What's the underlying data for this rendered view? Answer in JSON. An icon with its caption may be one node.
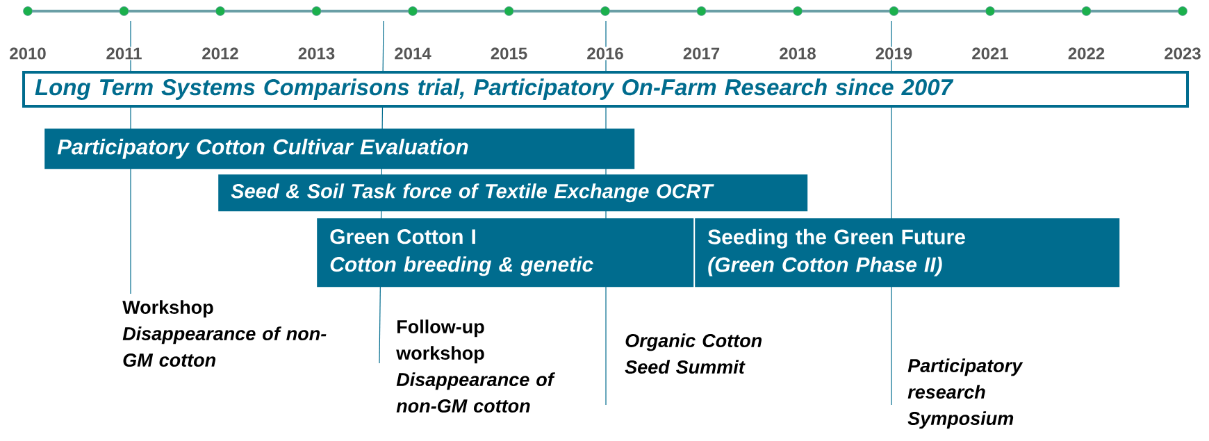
{
  "diagram": {
    "nodes": [
      {
        "text": [
          "Long Term Systems Comparisons trial, Participatory On-Farm Research since 2007"
        ]
      },
      {
        "text": [
          "Participatory Cotton Cultivar Evaluation"
        ]
      },
      {
        "text": [
          "Seed & Soil Task force of  Textile Exchange OCRT"
        ]
      },
      {
        "text": [
          "Green Cotton I",
          "Cotton breeding & genetic"
        ]
      },
      {
        "text": [
          "Seeding the Green Future",
          "(Green Cotton Phase II)"
        ]
      },
      {
        "text": [
          "Workshop",
          "Disappearance of non-GM cotton"
        ]
      },
      {
        "text": [
          "Follow-up workshop",
          "Disappearance of non-GM cotton"
        ]
      },
      {
        "text": [
          "Organic Cotton Seed Summit"
        ]
      },
      {
        "text": [
          "Participatory research Symposium"
        ]
      }
    ],
    "edges": [
      {
        "from": 5,
        "to": null,
        "arrow": "none"
      },
      {
        "from": 6,
        "to": null,
        "arrow": "none"
      },
      {
        "from": 7,
        "to": null,
        "arrow": "none"
      },
      {
        "from": 8,
        "to": null,
        "arrow": "none"
      }
    ],
    "labels": [
      "2010",
      "2011",
      "2012",
      "2013",
      "2014",
      "2015",
      "2016",
      "2017",
      "2018",
      "2019",
      "2021",
      "2022",
      "2023"
    ]
  }
}
